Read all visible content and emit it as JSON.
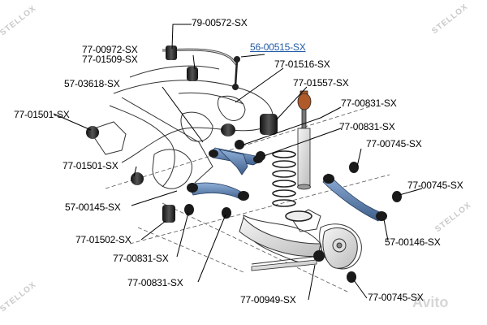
{
  "watermark": {
    "brand_text": "STELLOX",
    "site_text": "Avito"
  },
  "labels": {
    "l1": "79-00572-SX",
    "l2": "77-00972-SX",
    "l3": "77-01509-SX",
    "l4": "56-00515-SX",
    "l5": "77-01516-SX",
    "l6": "57-03618-SX",
    "l7": "77-01557-SX",
    "l8": "77-00831-SX",
    "l9": "77-01501-SX",
    "l10": "77-00831-SX",
    "l11": "77-00745-SX",
    "l12": "77-01501-SX",
    "l13": "77-00745-SX",
    "l14": "57-00145-SX",
    "l15": "57-00146-SX",
    "l16": "77-01502-SX",
    "l17": "77-00831-SX",
    "l18": "77-00831-SX",
    "l19": "77-00949-SX",
    "l20": "77-00745-SX"
  },
  "colors": {
    "arm_blue": "#4d6f9e",
    "bushing": "#1a1a1a",
    "body_line": "#333333",
    "highlight_label": "#1f5aa6",
    "watermark": "#c9c9c9"
  }
}
